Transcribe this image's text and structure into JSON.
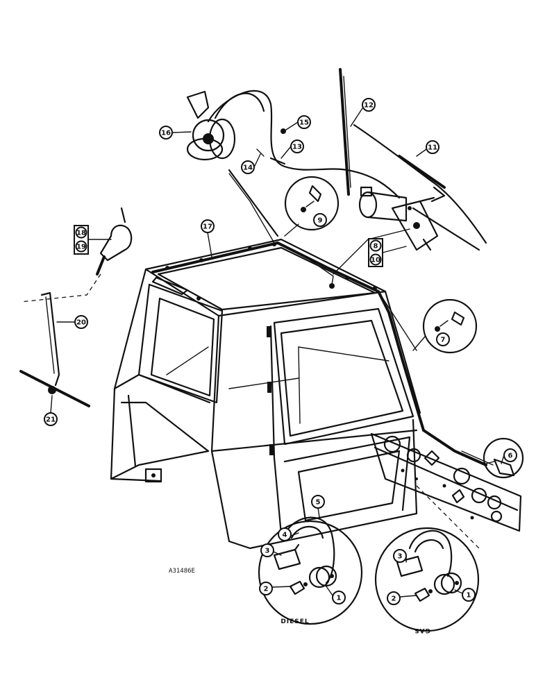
{
  "callouts": {
    "c1a": "1",
    "c1b": "1",
    "c2a": "2",
    "c2b": "2",
    "c3a": "3",
    "c3b": "3",
    "c4": "4",
    "c5": "5",
    "c6": "6",
    "c7": "7",
    "c8a": "8",
    "c8b": "8",
    "c9": "9",
    "c10": "10",
    "c11": "11",
    "c12": "12",
    "c13": "13",
    "c14": "14",
    "c15": "15",
    "c16": "16",
    "c17": "17",
    "c18": "18",
    "c19": "19",
    "c20": "20",
    "c21": "21"
  },
  "labels": {
    "diesel": "DIESEL",
    "gas": "GAS",
    "figure_ref": "A31486E"
  }
}
